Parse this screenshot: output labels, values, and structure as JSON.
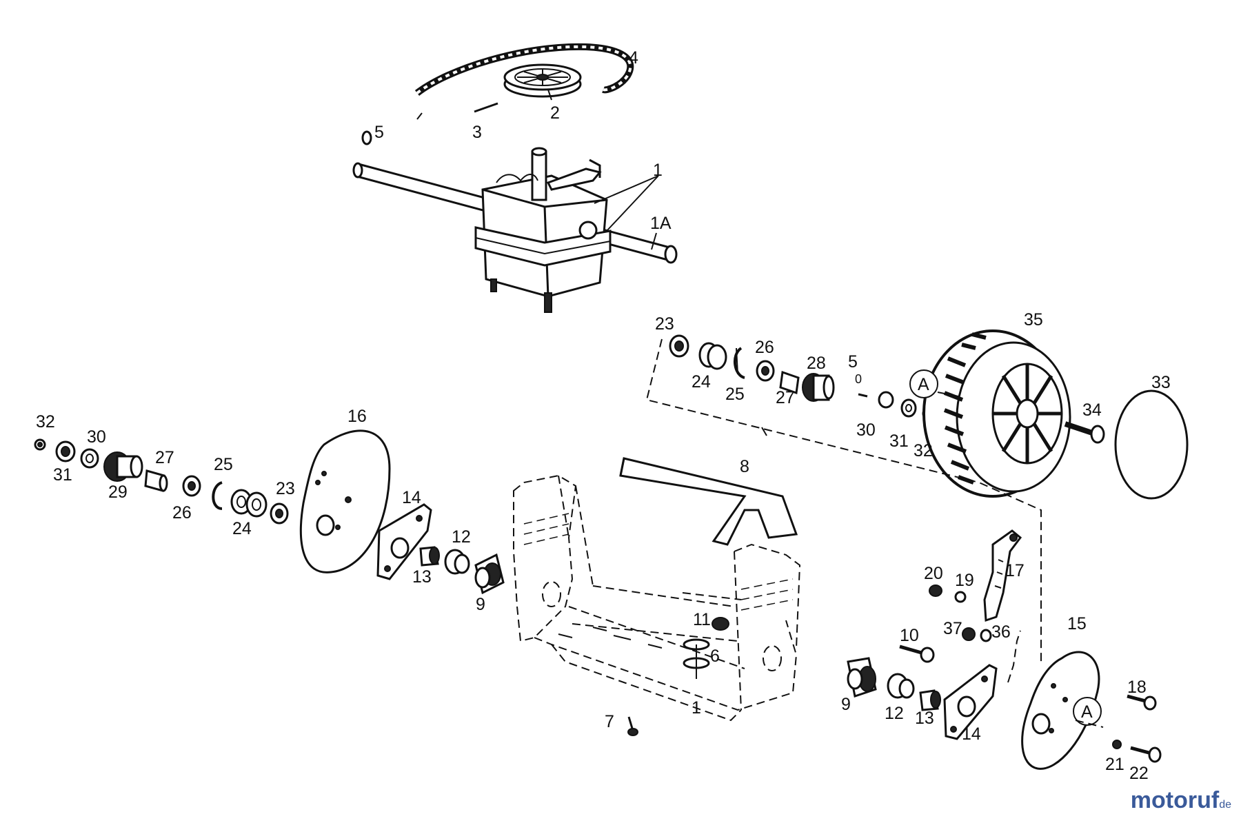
{
  "parts": {
    "p1": "1",
    "p1a": "1A",
    "p2": "2",
    "p3": "3",
    "p4": "4",
    "p5": "5",
    "p6": "6",
    "p7": "7",
    "p8": "8",
    "p9": "9",
    "p10": "10",
    "p11": "11",
    "p12": "12",
    "p13": "13",
    "p14": "14",
    "p15": "15",
    "p16": "16",
    "p17": "17",
    "p18": "18",
    "p19": "19",
    "p20": "20",
    "p21": "21",
    "p22": "22",
    "p23": "23",
    "p24": "24",
    "p25": "25",
    "p26": "26",
    "p27": "27",
    "p28": "28",
    "p29": "29",
    "p30": "30",
    "p31": "31",
    "p32": "32",
    "p33": "33",
    "p34": "34",
    "p35": "35",
    "p36": "36",
    "p37": "37",
    "p0": "0",
    "refA": "A"
  },
  "watermark": {
    "brand_main": "motoruf",
    "tld": "de"
  }
}
